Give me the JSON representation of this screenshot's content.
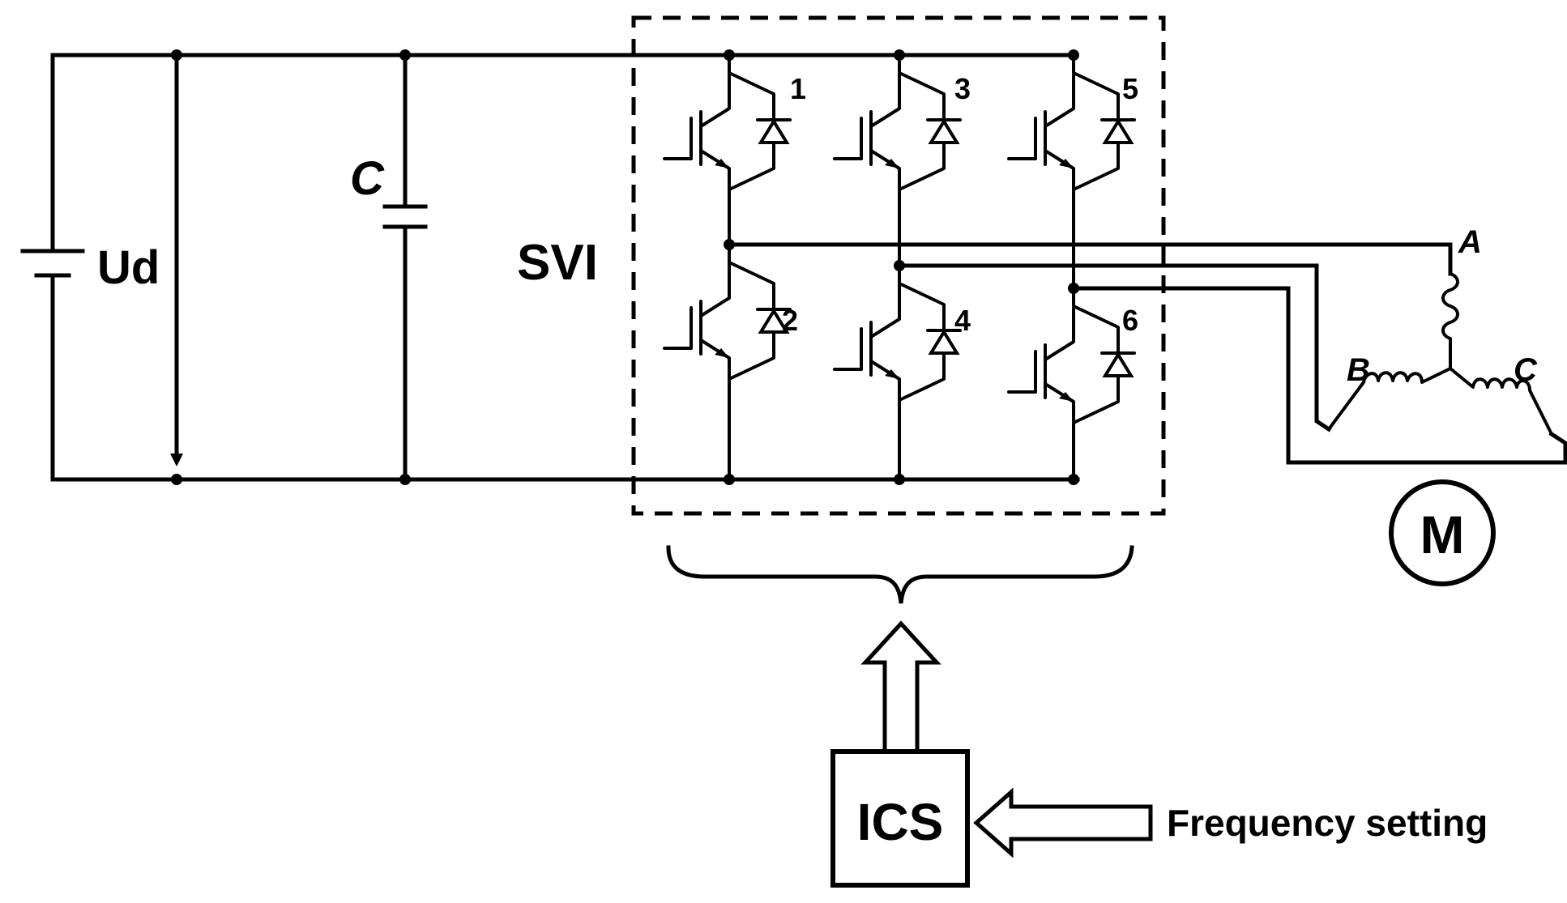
{
  "labels": {
    "dc_source": "Ud",
    "capacitor": "C",
    "inverter": "SVI",
    "switches": [
      "1",
      "2",
      "3",
      "4",
      "5",
      "6"
    ],
    "phases": [
      "A",
      "B",
      "C"
    ],
    "motor": "M",
    "controller": "ICS",
    "input": "Frequency setting"
  },
  "colors": {
    "line": "#000000",
    "background": "#ffffff"
  }
}
